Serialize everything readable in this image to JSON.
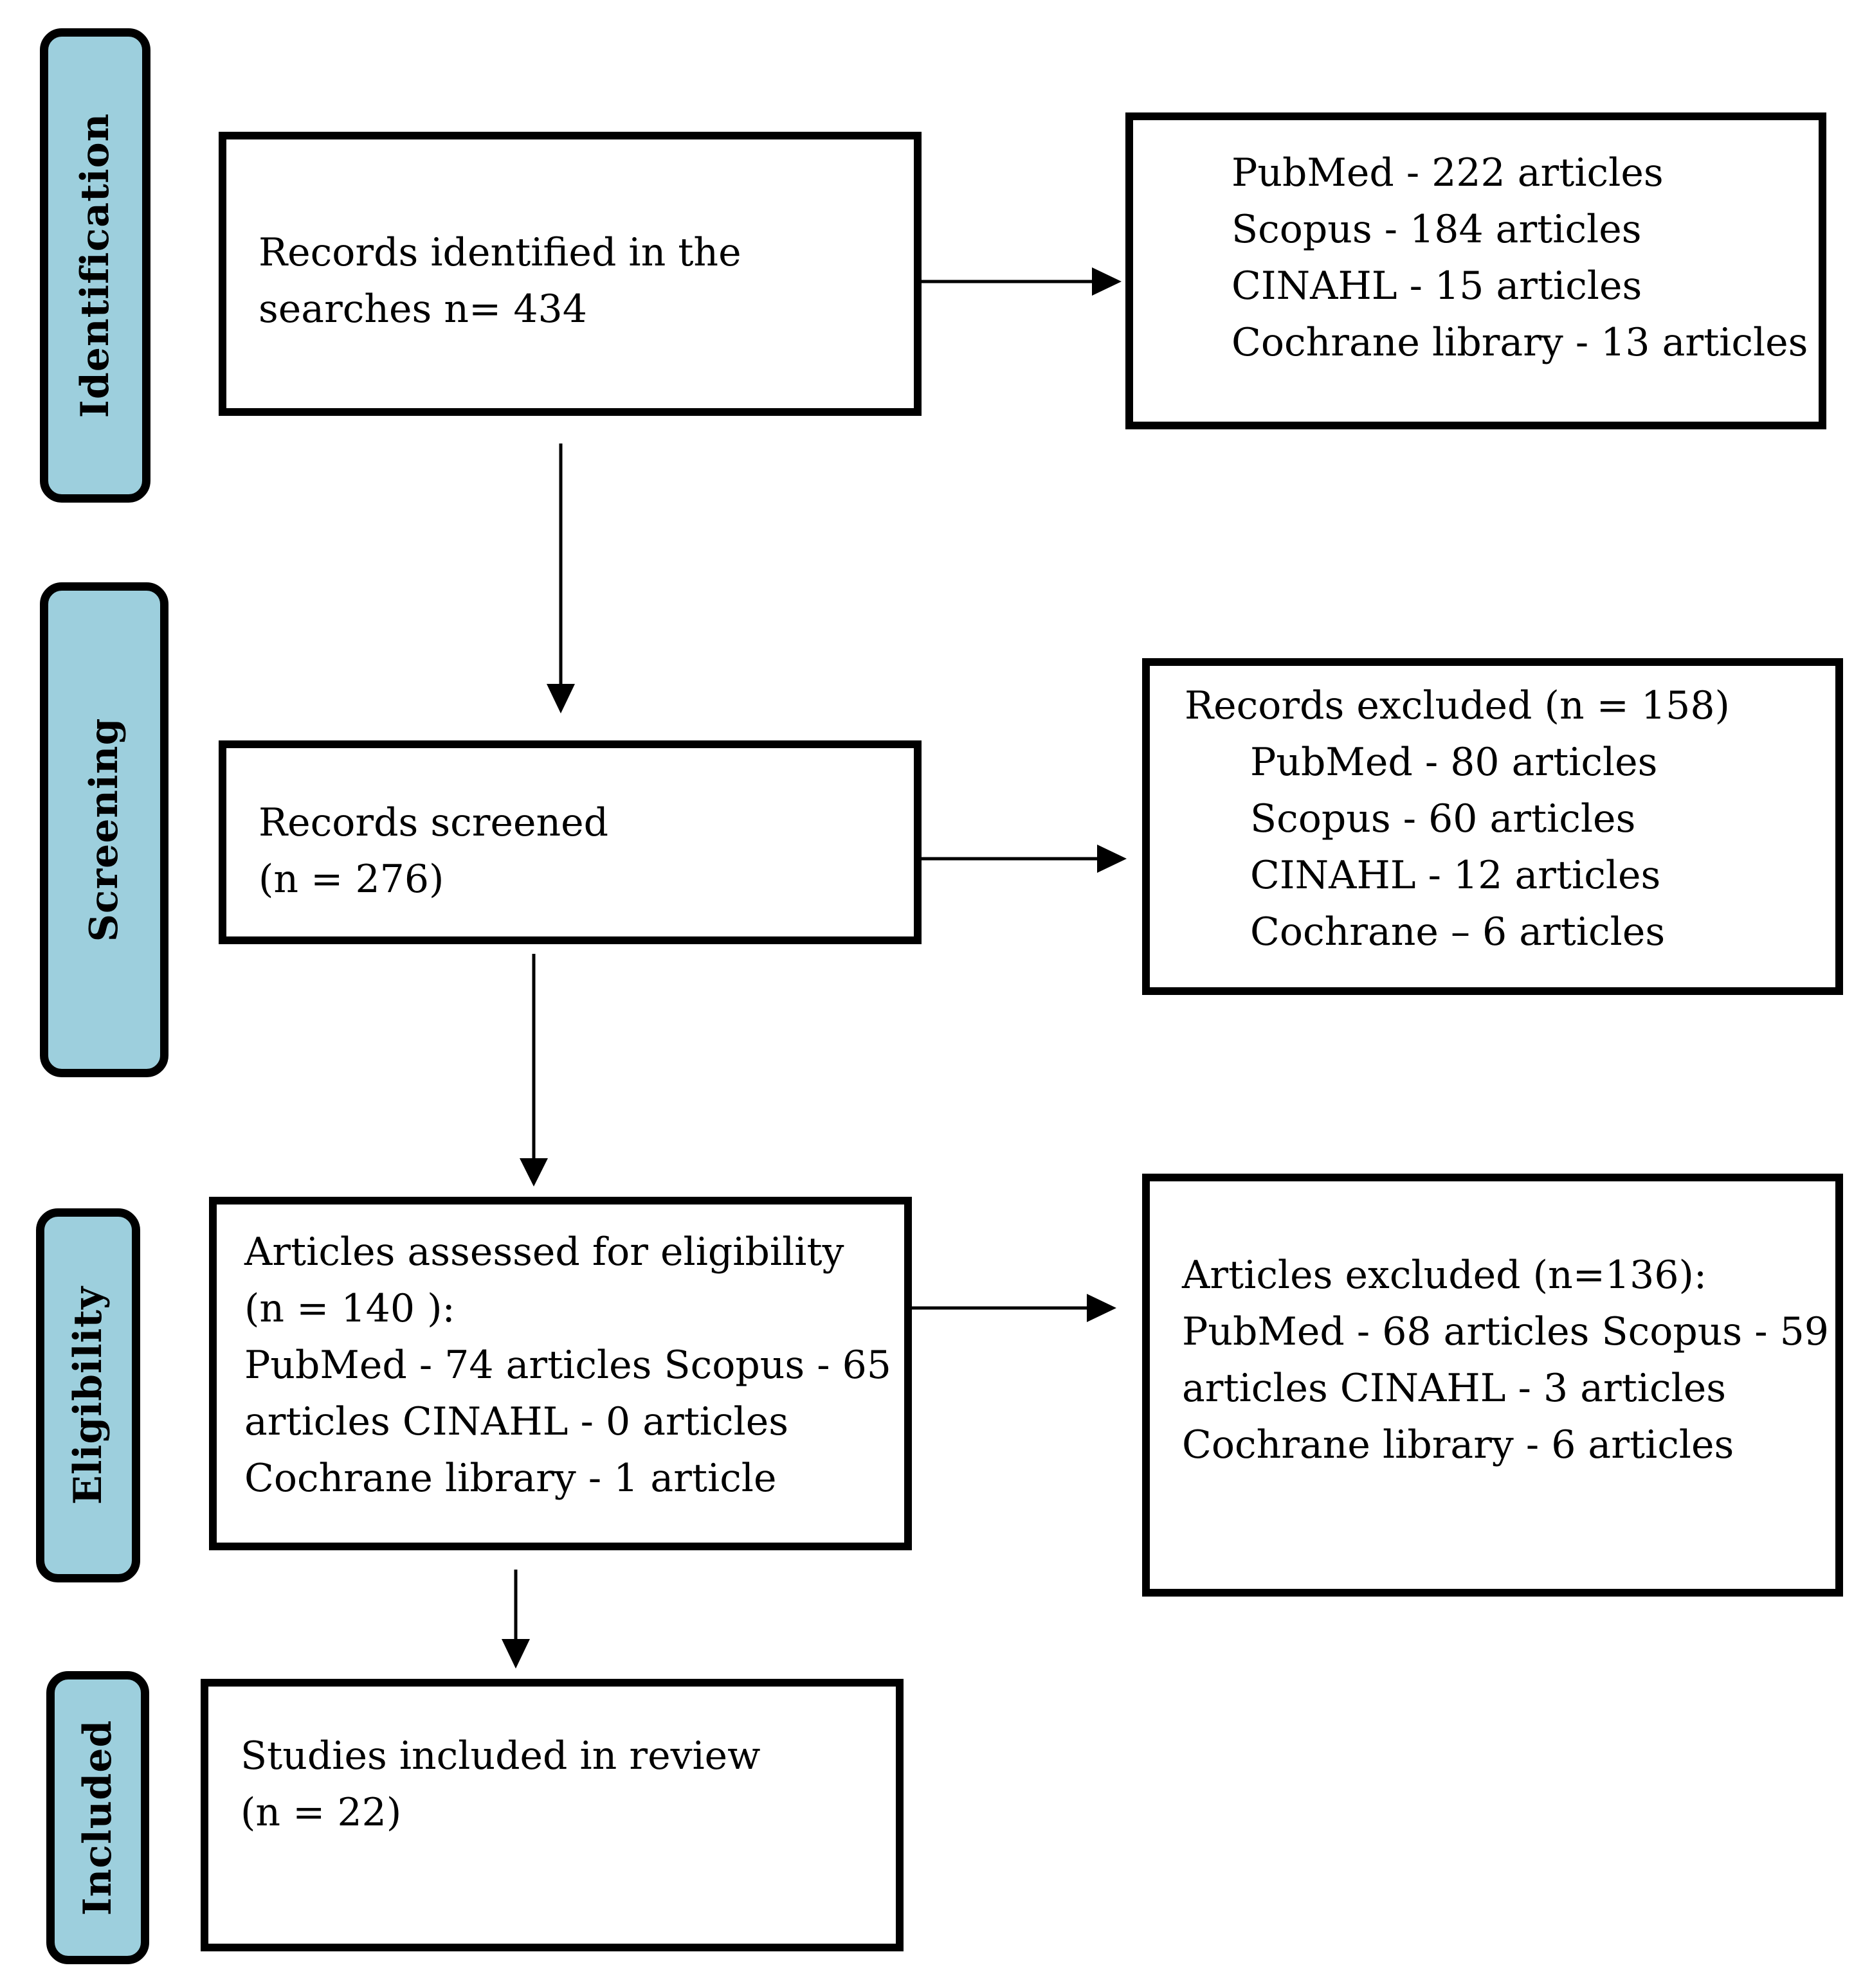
{
  "stages": {
    "identification": "Identification",
    "screening": "Screening",
    "eligibility": "Eligibility",
    "included": "Included"
  },
  "identified": {
    "lines": [
      "Records identified in the",
      "searches n= 434"
    ]
  },
  "sources": {
    "lines": [
      "PubMed - 222 articles",
      "Scopus - 184 articles",
      "CINAHL - 15 articles",
      "Cochrane library - 13 articles"
    ]
  },
  "screened": {
    "lines": [
      "Records screened",
      "(n = 276)"
    ]
  },
  "excluded_records": {
    "title": "Records excluded (n = 158)",
    "lines": [
      "PubMed - 80 articles",
      "Scopus - 60 articles",
      "CINAHL - 12 articles",
      "Cochrane – 6 articles"
    ]
  },
  "eligibility": {
    "lines": [
      "Articles assessed for eligibility",
      "(n = 140 ):",
      "PubMed - 74 articles Scopus - 65",
      "articles CINAHL - 0 articles",
      "Cochrane library - 1 article"
    ]
  },
  "excluded_articles": {
    "lines": [
      "Articles excluded (n=136):",
      "PubMed - 68 articles Scopus - 59",
      "articles CINAHL - 3 articles",
      "Cochrane library - 6 articles"
    ]
  },
  "included": {
    "lines": [
      "Studies included in review",
      "(n = 22)"
    ]
  }
}
